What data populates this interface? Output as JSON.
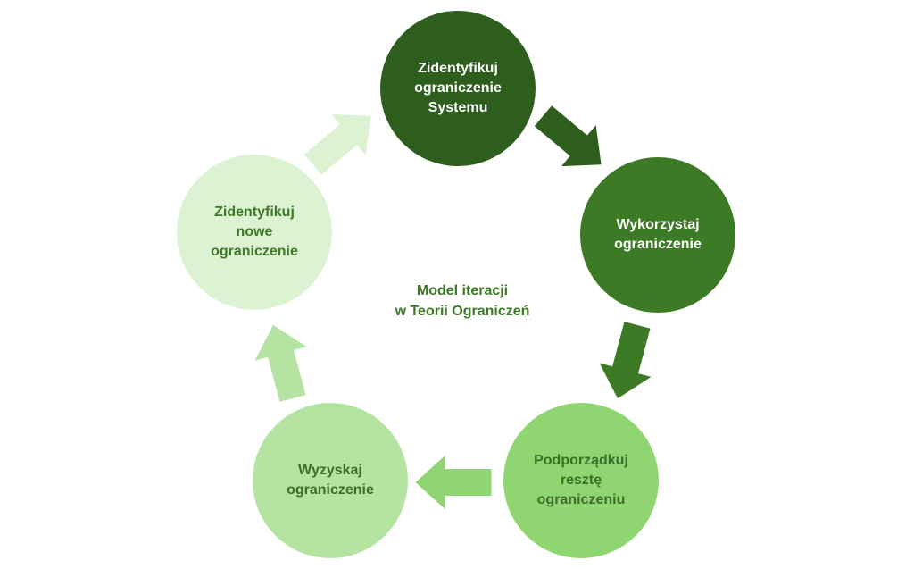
{
  "diagram": {
    "center_title": "Model iteracji\nw Teorii Ograniczeń",
    "steps": [
      {
        "label": "Zidentyfikuj\nograniczenie\nSystemu",
        "fill": "#2e5e1e",
        "text_color": "#ffffff"
      },
      {
        "label": "Wykorzystaj\nograniczenie",
        "fill": "#3d7a25",
        "text_color": "#ffffff"
      },
      {
        "label": "Podporządkuj\nresztę\nograniczeniu",
        "fill": "#8fd673",
        "text_color": "#3d6e26"
      },
      {
        "label": "Wyzyskaj\nograniczenie",
        "fill": "#b4e3a2",
        "text_color": "#3d6e26"
      },
      {
        "label": "Zidentyfikuj\nnowe\nograniczenie",
        "fill": "#dcf2d3",
        "text_color": "#3d7a25"
      }
    ],
    "arrows": [
      {
        "color": "#2e5e1e"
      },
      {
        "color": "#3d7a25"
      },
      {
        "color": "#8fd673"
      },
      {
        "color": "#b4e3a2"
      },
      {
        "color": "#dcf2d3"
      }
    ],
    "title_color": "#3d7a25"
  }
}
